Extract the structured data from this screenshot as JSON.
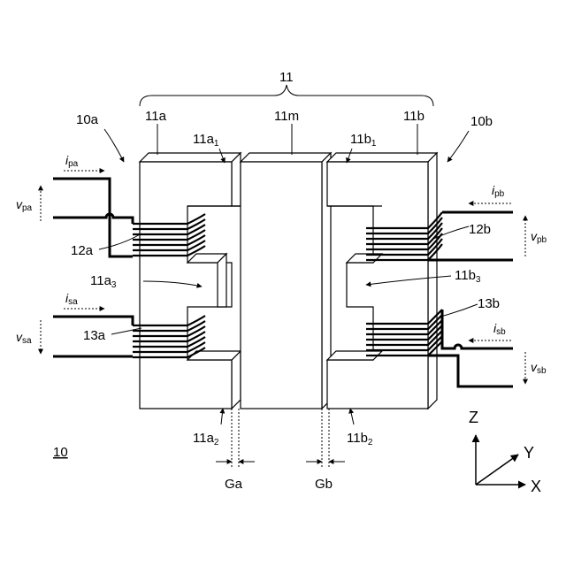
{
  "figure": {
    "assembly": "11",
    "transformer_a": "10a",
    "transformer_b": "10b",
    "core_a": "11a",
    "core_middle": "11m",
    "core_b": "11b",
    "core_a_upper_base": "11a",
    "core_a_upper_sub": "1",
    "core_b_upper_base": "11b",
    "core_b_upper_sub": "1",
    "core_a_leg_base": "11a",
    "core_a_leg_sub": "3",
    "core_b_leg_base": "11b",
    "core_b_leg_sub": "3",
    "core_a_lower_base": "11a",
    "core_a_lower_sub": "2",
    "core_b_lower_base": "11b",
    "core_b_lower_sub": "2",
    "coil_pa": "12a",
    "coil_sa": "13a",
    "coil_pb": "12b",
    "coil_sb": "13b",
    "gap_a": "Ga",
    "gap_b": "Gb",
    "device": "10",
    "i_pa_base": "i",
    "i_pa_sub": "pa",
    "v_pa_base": "v",
    "v_pa_sub": "pa",
    "i_sa_base": "i",
    "i_sa_sub": "sa",
    "v_sa_base": "v",
    "v_sa_sub": "sa",
    "i_pb_base": "i",
    "i_pb_sub": "pb",
    "v_pb_base": "v",
    "v_pb_sub": "pb",
    "i_sb_base": "i",
    "i_sb_sub": "sb",
    "v_sb_base": "v",
    "v_sb_sub": "sb",
    "axis_z": "Z",
    "axis_y": "Y",
    "axis_x": "X"
  }
}
